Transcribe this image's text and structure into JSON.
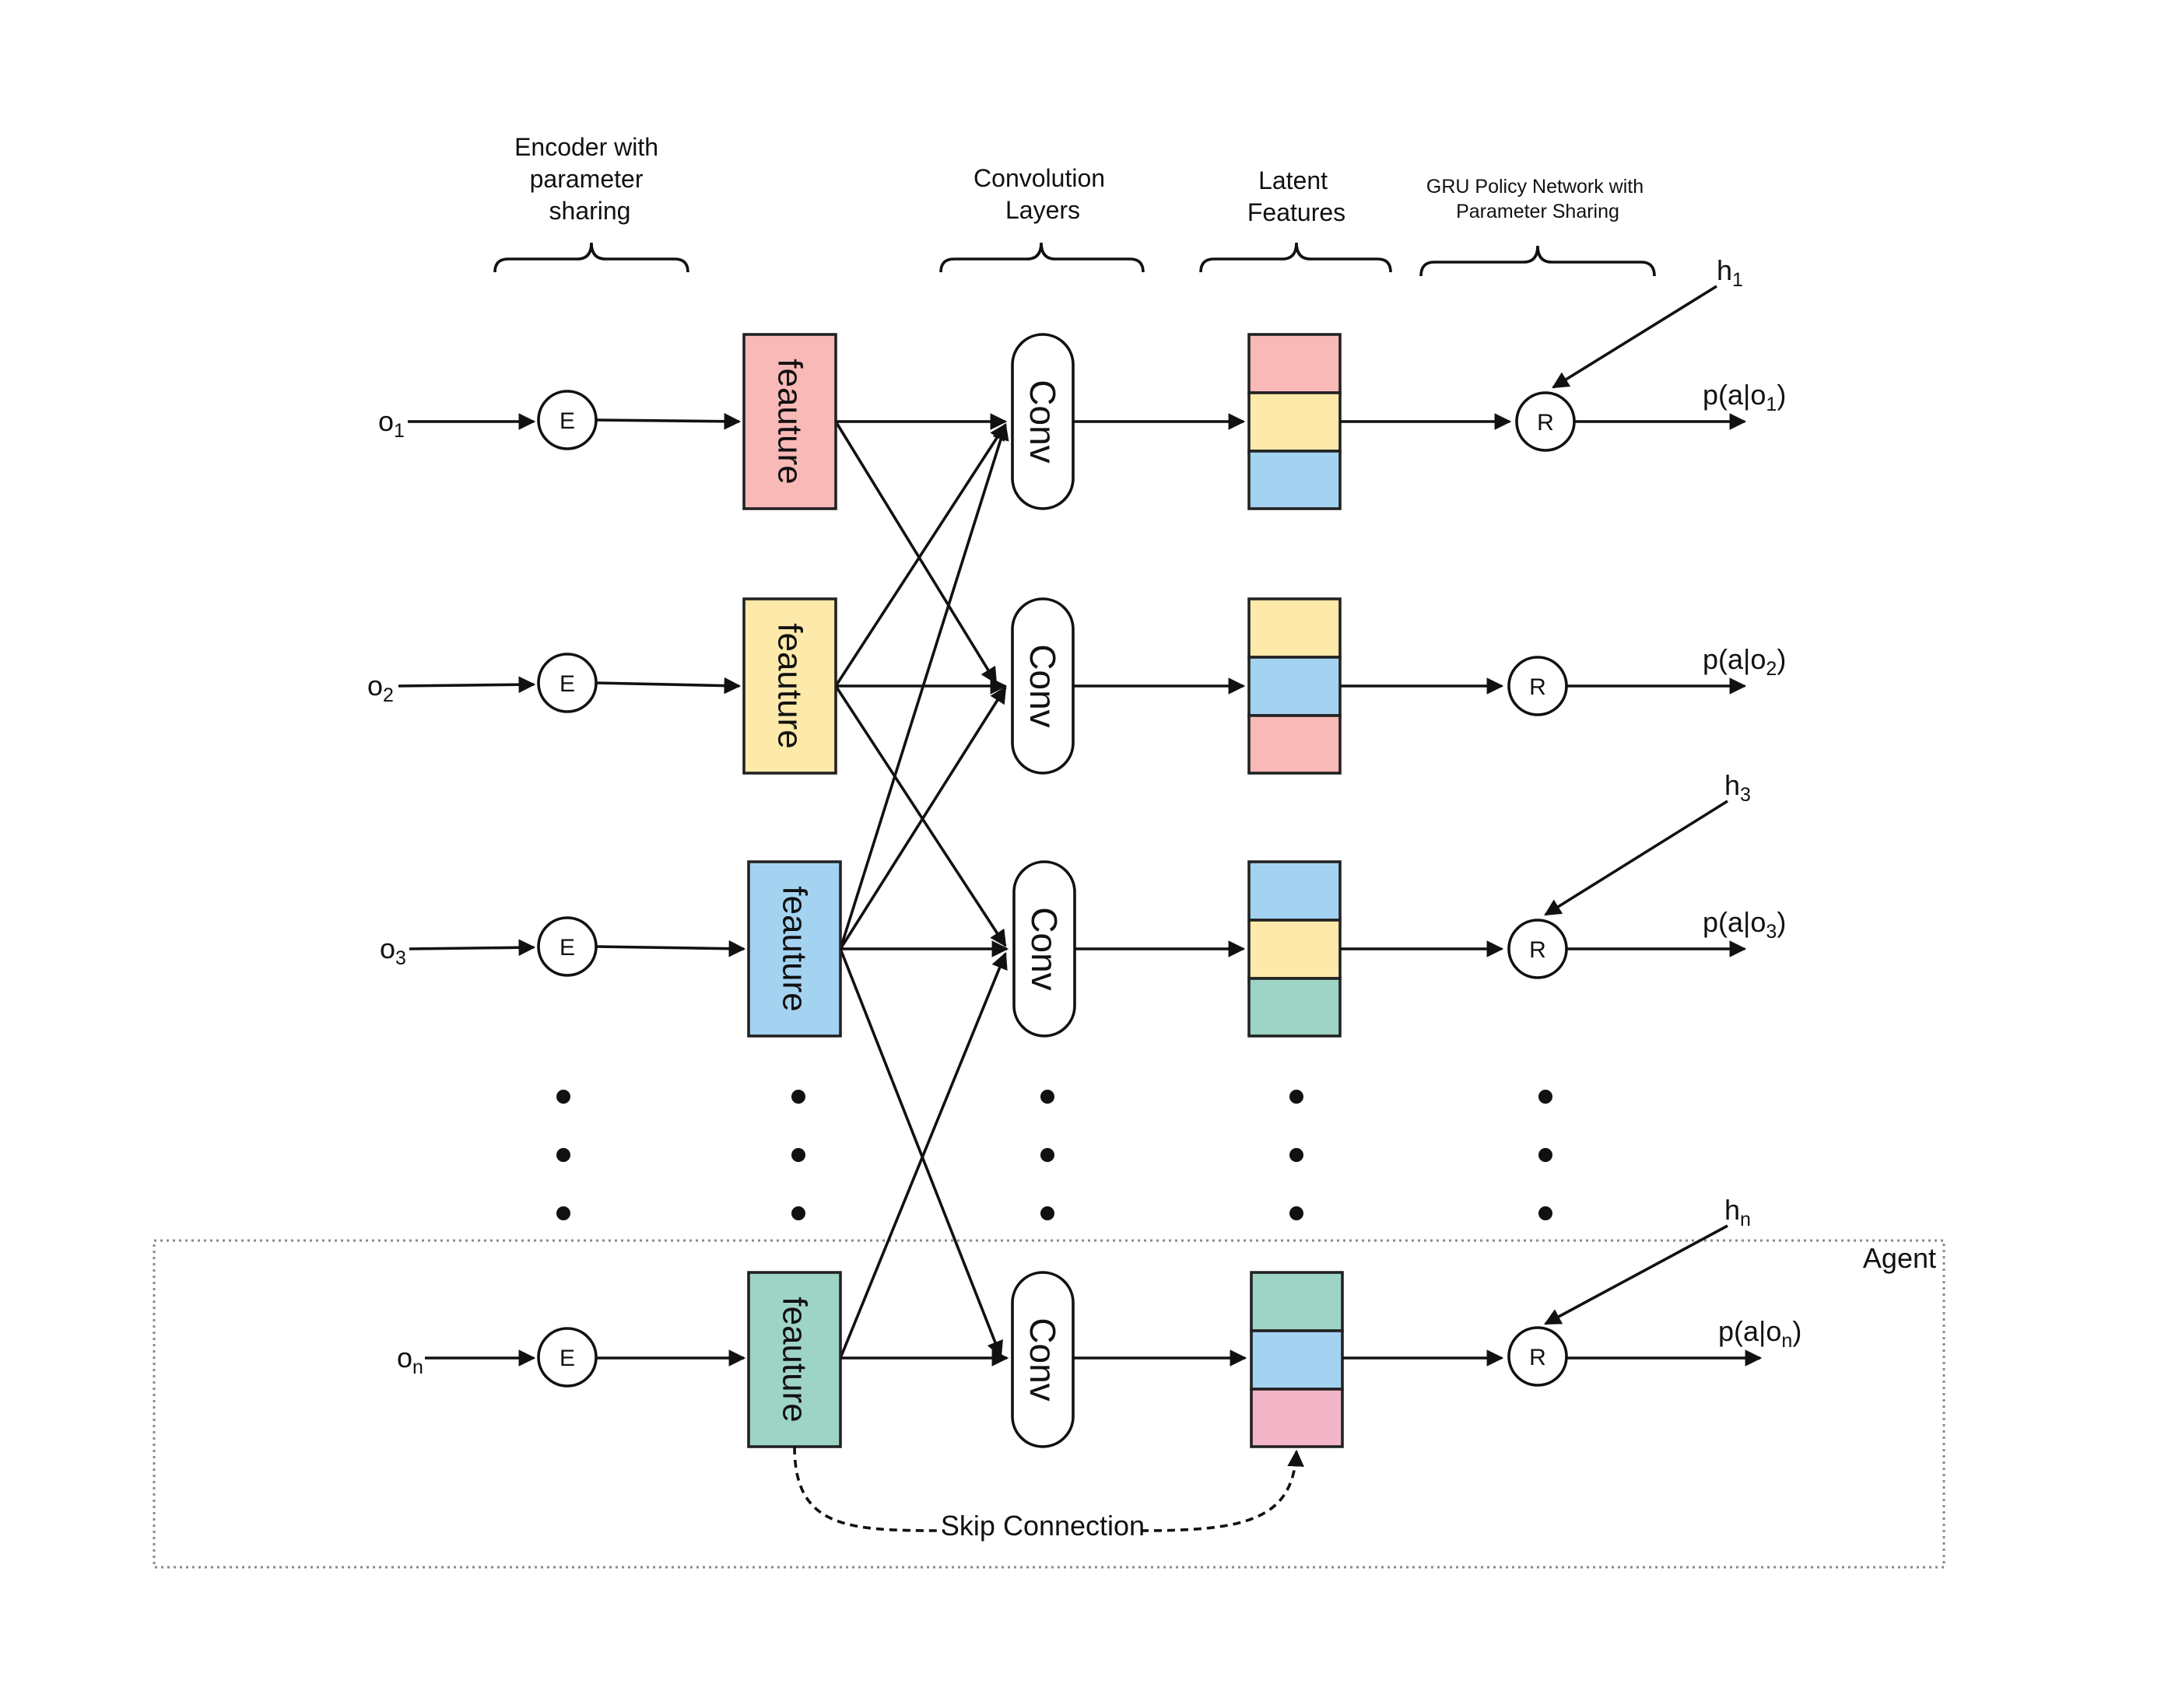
{
  "headers": {
    "encoder": [
      "Encoder with",
      "parameter",
      "sharing"
    ],
    "conv": [
      "Convolution",
      "Layers"
    ],
    "latent": [
      "Latent",
      "Features"
    ],
    "gru": [
      "GRU Policy Network with",
      "Parameter Sharing"
    ]
  },
  "rows": [
    {
      "obs": "o",
      "obs_sub": "1",
      "enc": "E",
      "feature": "feauture",
      "feature_color": "#F9B9B7",
      "conv": "Conv",
      "latent_colors": [
        "#F9B9B7",
        "#FDE9A9",
        "#A4D3F1"
      ],
      "gru": "R",
      "hidden": "h",
      "hidden_sub": "1",
      "out": "p(a|o",
      "out_sub": "1",
      "out_close": ")"
    },
    {
      "obs": "o",
      "obs_sub": "2",
      "enc": "E",
      "feature": "feauture",
      "feature_color": "#FDE9A9",
      "conv": "Conv",
      "latent_colors": [
        "#FDE9A9",
        "#A4D3F1",
        "#F9B9B7"
      ],
      "gru": "R",
      "hidden": "",
      "hidden_sub": "",
      "out": "p(a|o",
      "out_sub": "2",
      "out_close": ")"
    },
    {
      "obs": "o",
      "obs_sub": "3",
      "enc": "E",
      "feature": "feauture",
      "feature_color": "#A4D3F1",
      "conv": "Conv",
      "latent_colors": [
        "#A4D3F1",
        "#FDE9A9",
        "#9ED4C6"
      ],
      "gru": "R",
      "hidden": "h",
      "hidden_sub": "3",
      "out": "p(a|o",
      "out_sub": "3",
      "out_close": ")"
    },
    {
      "obs": "o",
      "obs_sub": "n",
      "enc": "E",
      "feature": "feauture",
      "feature_color": "#9ED4C6",
      "conv": "Conv",
      "latent_colors": [
        "#9ED4C6",
        "#A4D3F1",
        "#F2B5C8"
      ],
      "gru": "R",
      "hidden": "h",
      "hidden_sub": "n",
      "out": "p(a|o",
      "out_sub": "n",
      "out_close": ")"
    }
  ],
  "agent_label": "Agent",
  "skip_label": "Skip Connection"
}
